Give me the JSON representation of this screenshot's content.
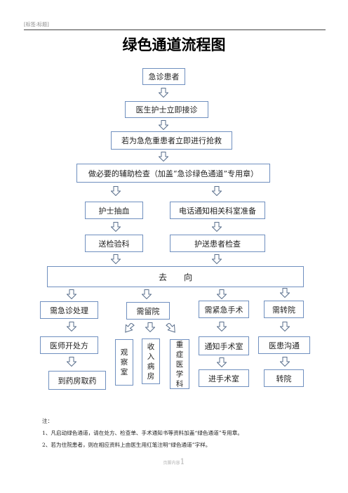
{
  "header_note": "[标签:标题]",
  "title": "绿色通道流程图",
  "nodes": {
    "emergency_patient": "急诊患者",
    "doctor_nurse": "医生护士立即接诊",
    "critical_rescue": "若为急危重患者立即进行抢救",
    "aux_exam": "做必要的辅助检查（加盖“急诊绿色通道”专用章）",
    "nurse_blood": "护士抽血",
    "phone_notify": "电话通知相关科室准备",
    "send_lab": "送检验科",
    "escort_exam": "护送患者检查",
    "destination": "去　　向",
    "emergency_treat": "需急诊处理",
    "hospitalize": "需留院",
    "emergency_surgery": "需紧急手术",
    "transfer_need": "需转院",
    "doctor_prescribe": "医师开处方",
    "observation": [
      "观",
      "察",
      "室"
    ],
    "admit_ward": [
      "收",
      "入",
      "病",
      "房"
    ],
    "icu": [
      "重",
      "症",
      "医",
      "学",
      "科"
    ],
    "notify_or": "通知手术室",
    "doctor_patient_comm": "医患沟通",
    "pharmacy": "到药房取药",
    "enter_or": "进手术室",
    "transfer": "转院"
  },
  "notes": {
    "label": "注：",
    "note1": "1、凡启动绿色通道，请在处方、检查单、手术通知书等资料加盖“绿色通道”专用章。",
    "note2": "2、若为住院患者，则在相应资料上由医生用红笔注明“绿色通道”字样。"
  },
  "footer": {
    "label": "页脚内容",
    "page": "1"
  },
  "colors": {
    "box_border": "#6f8fbf",
    "arrow_fill": "#ffffff",
    "arrow_stroke": "#5a6f8c"
  }
}
